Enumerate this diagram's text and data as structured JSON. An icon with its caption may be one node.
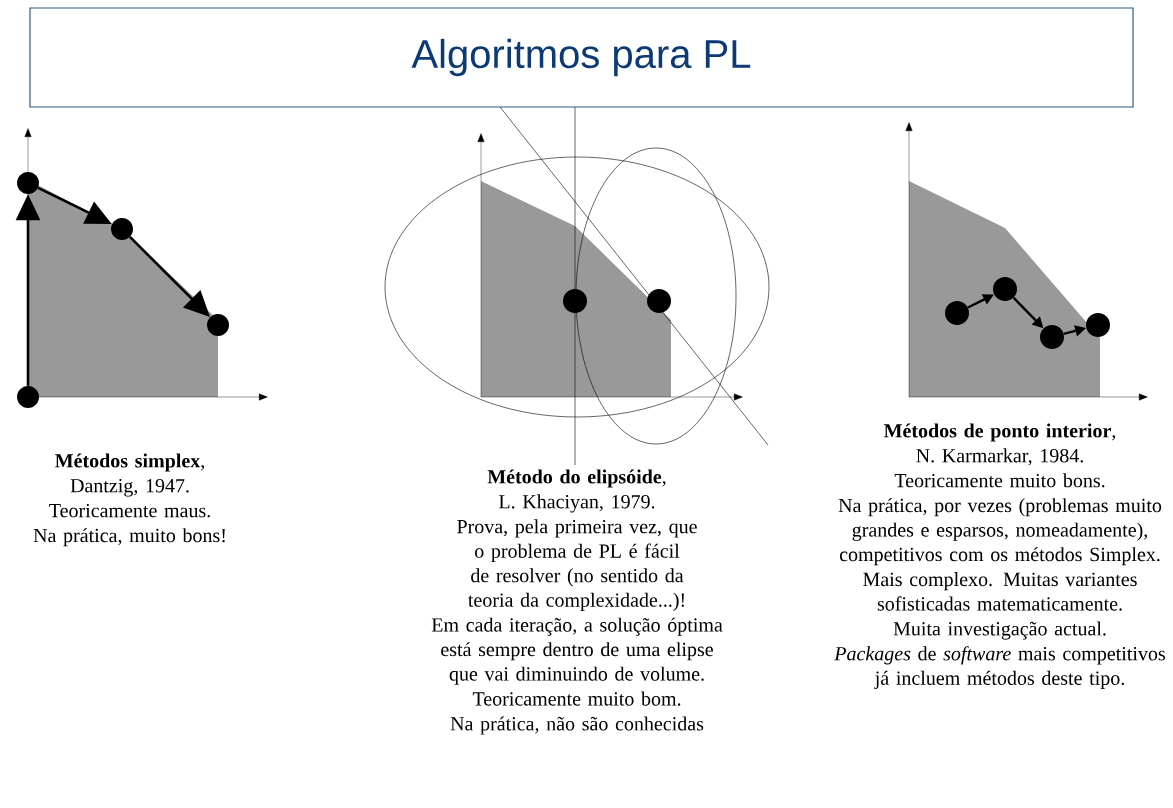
{
  "diagram": {
    "nodes": [
      {
        "text": [
          "Algoritmos para PL"
        ]
      },
      {
        "text": [],
        "shape": "circle"
      },
      {
        "text": [],
        "shape": "circle"
      },
      {
        "text": [],
        "shape": "circle"
      },
      {
        "text": [],
        "shape": "circle"
      },
      {
        "text": [],
        "shape": "circle"
      },
      {
        "text": [],
        "shape": "circle"
      },
      {
        "text": [],
        "shape": "circle"
      },
      {
        "text": [],
        "shape": "circle"
      }
    ],
    "edges": [
      {
        "from": 1,
        "to": 2,
        "arrow": "to"
      },
      {
        "from": 2,
        "to": 3,
        "arrow": "to"
      },
      {
        "from": 3,
        "to": 4,
        "arrow": "to"
      },
      {
        "from": 5,
        "to": 6,
        "arrow": "to"
      },
      {
        "from": 6,
        "to": 7,
        "arrow": "to"
      },
      {
        "from": 7,
        "to": 8,
        "arrow": "to"
      }
    ],
    "labels": [
      "**Métodos simplex**,",
      "Dantzig, 1947.",
      "Teoricamente maus.",
      "Na prática, muito bons!",
      "**Método do elipsóide**,",
      "L. Khaciyan, 1979.",
      "Prova, pela primeira vez, que o problema de PL é fácil de resolver (no sentido da teoria da complexidade...)!",
      "Em cada iteração, a solução óptima está sempre dentro de uma elipse que vai diminuindo de volume.",
      "Teoricamente muito bom.",
      "Na prática, não são conhecidas",
      "**Métodos de ponto interior**,",
      "N. Karmarkar, 1984.",
      "Teoricamente muito bons.",
      "Na prática, por vezes (problemas muito grandes e esparsos, nomeadamente), competitivos com os métodos Simplex.",
      "Mais complexo. Muitas variantes sofisticadas matematicamente.",
      "Muita investigação actual.",
      "*Packages* de *software* mais competitivos já incluem métodos deste tipo."
    ]
  }
}
